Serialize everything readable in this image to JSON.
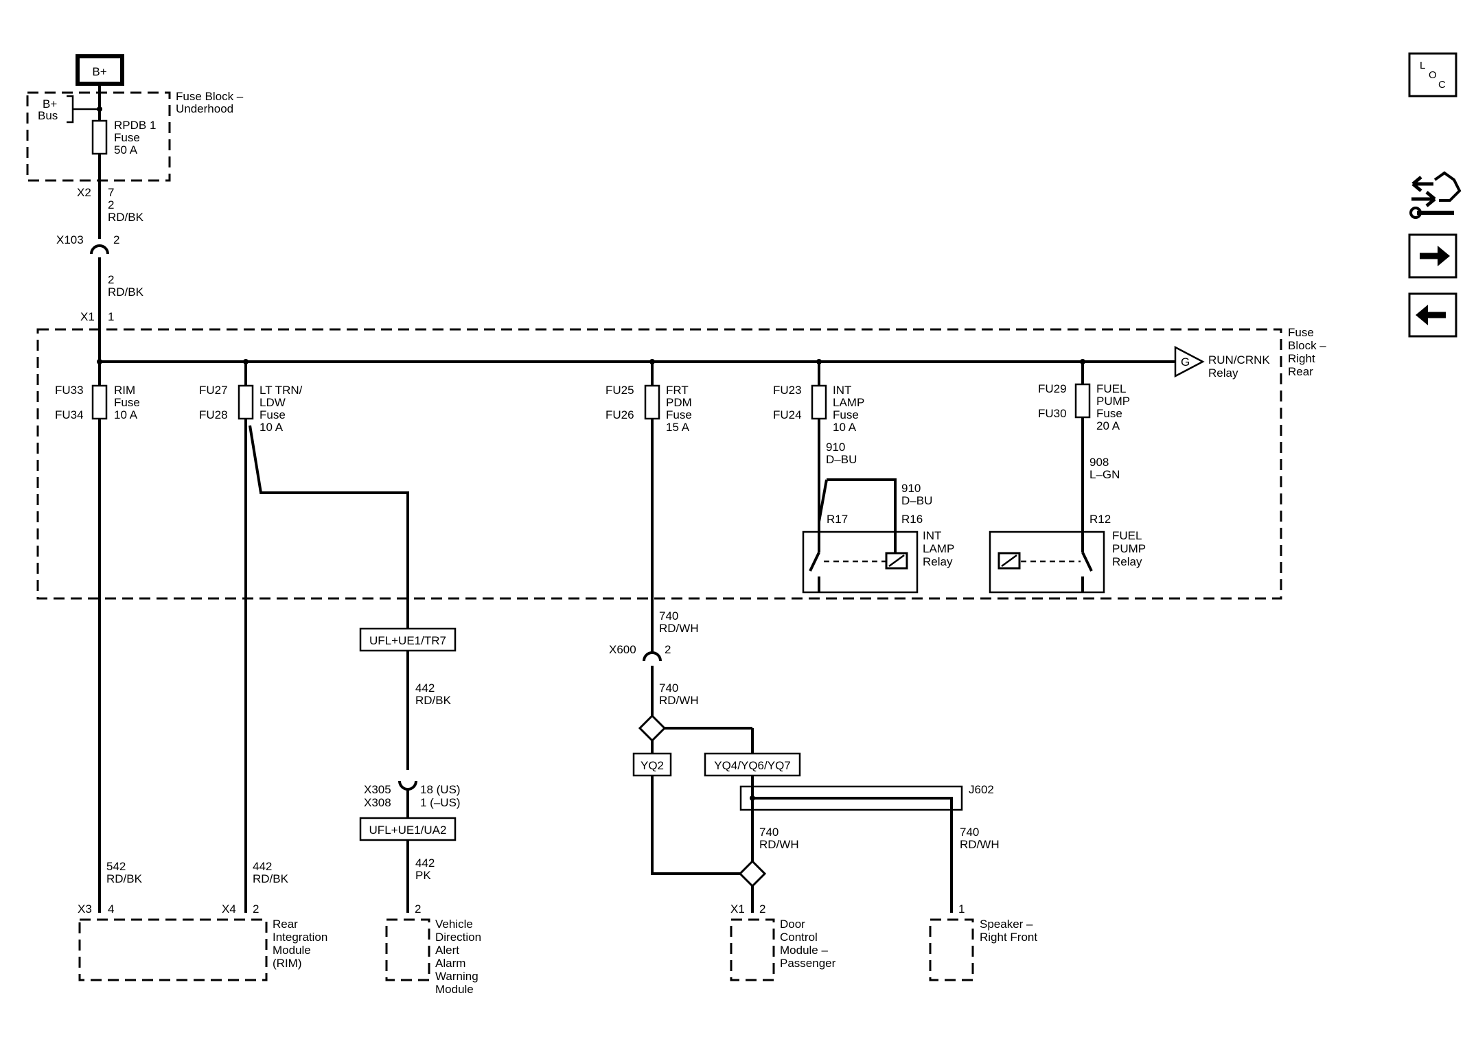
{
  "power": {
    "bplus": "B+",
    "bus_line1": "B+",
    "bus_line2": "Bus"
  },
  "fuse_block_underhood": {
    "title1": "Fuse Block –",
    "title2": "Underhood",
    "fuse1": "RPDB 1",
    "fuse2": "Fuse",
    "fuse3": "50 A"
  },
  "wire_top": {
    "x2": "X2",
    "pin7": "7",
    "gauge": "2",
    "color": "RD/BK",
    "x103": "X103",
    "x103_pin": "2",
    "gauge2": "2",
    "color2": "RD/BK",
    "x1": "X1",
    "x1_pin": "1"
  },
  "fuse_block_right_rear": {
    "l1": "Fuse",
    "l2": "Block –",
    "l3": "Right",
    "l4": "Rear"
  },
  "relay_run": {
    "g": "G",
    "l1": "RUN/CRNK",
    "l2": "Relay"
  },
  "fuses": {
    "rim": {
      "top": "FU33",
      "bot": "FU34",
      "l1": "RIM",
      "l2": "Fuse",
      "l3": "10 A"
    },
    "ltrn": {
      "top": "FU27",
      "bot": "FU28",
      "l1": "LT TRN/",
      "l2": "LDW",
      "l3": "Fuse",
      "l4": "10 A"
    },
    "frt": {
      "top": "FU25",
      "bot": "FU26",
      "l1": "FRT",
      "l2": "PDM",
      "l3": "Fuse",
      "l4": "15 A"
    },
    "int": {
      "top": "FU23",
      "bot": "FU24",
      "l1": "INT",
      "l2": "LAMP",
      "l3": "Fuse",
      "l4": "10 A"
    },
    "fuel": {
      "top": "FU29",
      "bot": "FU30",
      "l1": "FUEL",
      "l2": "PUMP",
      "l3": "Fuse",
      "l4": "20 A"
    }
  },
  "int_lamp": {
    "w1a": "910",
    "w1b": "D–BU",
    "w2a": "910",
    "w2b": "D–BU",
    "r17": "R17",
    "r16": "R16",
    "l1": "INT",
    "l2": "LAMP",
    "l3": "Relay"
  },
  "fuel_pump": {
    "w1a": "908",
    "w1b": "L–GN",
    "r12": "R12",
    "l1": "FUEL",
    "l2": "PUMP",
    "l3": "Relay"
  },
  "options": {
    "ufl_tr7": "UFL+UE1/TR7",
    "ufl_ua2": "UFL+UE1/UA2",
    "yq2": "YQ2",
    "yq4": "YQ4/YQ6/YQ7"
  },
  "wires": {
    "w442a": "442",
    "w442b": "RD/BK",
    "x305": "X305",
    "x308": "X308",
    "pin18": "18 (US)",
    "pin1": "1 (–US)",
    "w442pk_a": "442",
    "w442pk_b": "PK",
    "w740a_a": "740",
    "w740a_b": "RD/WH",
    "x600": "X600",
    "x600_pin": "2",
    "w740b_a": "740",
    "w740b_b": "RD/WH",
    "j602": "J602",
    "w740c_a": "740",
    "w740c_b": "RD/WH",
    "w740d_a": "740",
    "w740d_b": "RD/WH",
    "w542_a": "542",
    "w542_b": "RD/BK",
    "w442c_a": "442",
    "w442c_b": "RD/BK"
  },
  "modules": {
    "rim": {
      "x3": "X3",
      "pin4": "4",
      "x4": "X4",
      "pin2": "2",
      "l1": "Rear",
      "l2": "Integration",
      "l3": "Module",
      "l4": "(RIM)"
    },
    "vdaw": {
      "pin": "2",
      "l1": "Vehicle",
      "l2": "Direction",
      "l3": "Alert",
      "l4": "Alarm",
      "l5": "Warning",
      "l6": "Module"
    },
    "dcm": {
      "x1": "X1",
      "pin": "2",
      "l1": "Door",
      "l2": "Control",
      "l3": "Module –",
      "l4": "Passenger"
    },
    "spk": {
      "pin": "1",
      "l1": "Speaker –",
      "l2": "Right Front"
    }
  },
  "nav": {
    "loc_l": "L",
    "loc_o": "O",
    "loc_c": "C"
  }
}
